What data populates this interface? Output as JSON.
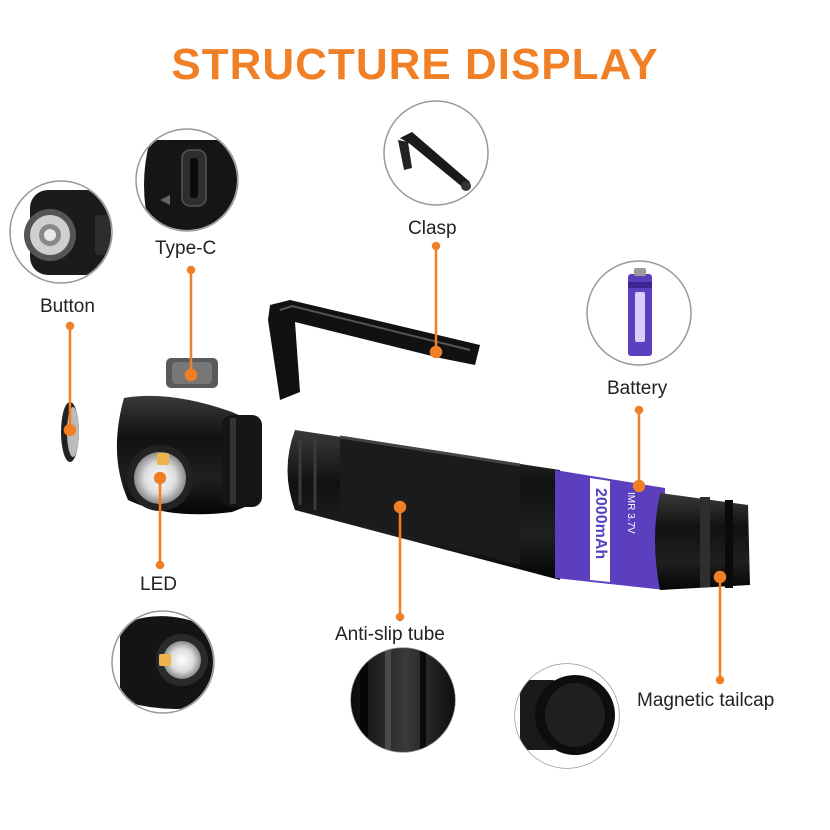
{
  "title": "STRUCTURE DISPLAY",
  "colors": {
    "accent": "#f07f26",
    "metal": "#1a1a1a",
    "battery": "#5b3fbf"
  },
  "labels": {
    "button": "Button",
    "type_c": "Type-C",
    "clasp": "Clasp",
    "battery": "Battery",
    "led": "LED",
    "tube": "Anti-slip tube",
    "tailcap": "Magnetic tailcap"
  },
  "battery_text": {
    "capacity": "2000mAh",
    "spec": "IMR 3.7V"
  },
  "icons": [
    "button-closeup-icon",
    "type-c-port-icon",
    "clasp-icon",
    "battery-icon",
    "led-closeup-icon",
    "tube-closeup-icon",
    "tailcap-closeup-icon"
  ]
}
